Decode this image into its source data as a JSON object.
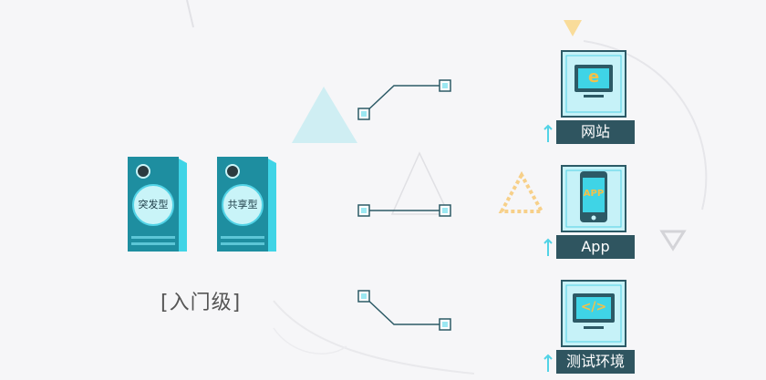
{
  "servers": [
    {
      "label": "突发型"
    },
    {
      "label": "共享型"
    }
  ],
  "tier_label": "[入门级]",
  "destinations": [
    {
      "label": "网站",
      "icon": "browser-e-icon",
      "glyph": "e"
    },
    {
      "label": "App",
      "icon": "phone-app-icon",
      "glyph": "APP"
    },
    {
      "label": "测试环境",
      "icon": "code-brackets-icon",
      "glyph": "</>"
    }
  ],
  "colors": {
    "server_front": "#1e8ea0",
    "server_side": "#3fd4e6",
    "badge": "#c9f4f8",
    "accent": "#52d3e6",
    "icon_fill": "#9ce8f2",
    "dark_label": "#2f5560",
    "connector": "#2c5a66",
    "yellow": "#f5c36a"
  }
}
